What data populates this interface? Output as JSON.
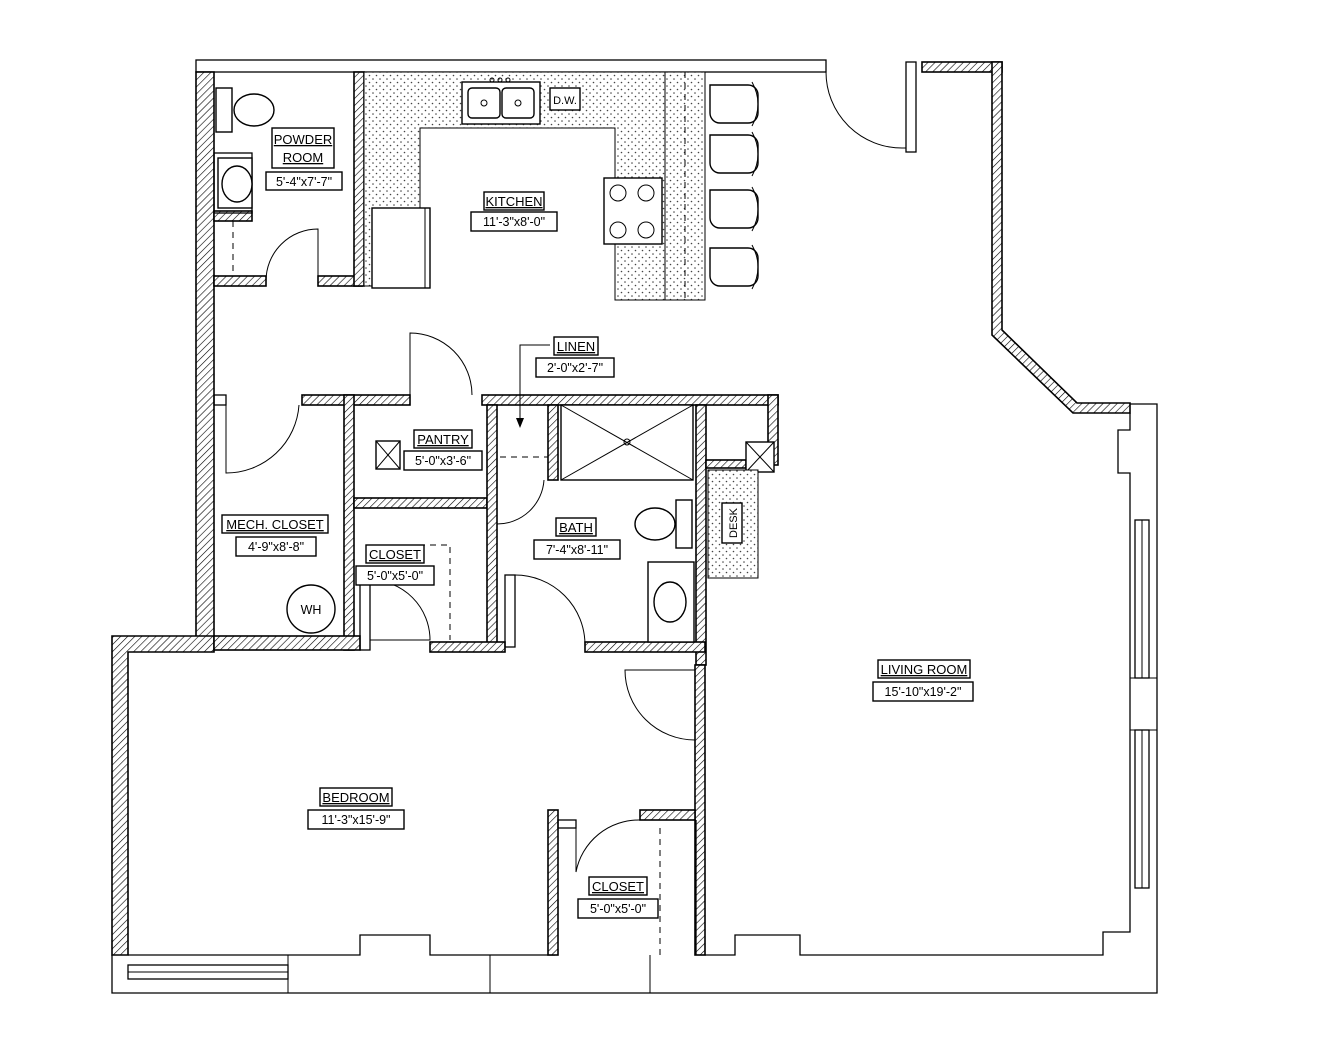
{
  "rooms": {
    "powder_room": {
      "name_line1": "POWDER",
      "name_line2": "ROOM",
      "dims": "5'-4\"x7'-7\""
    },
    "kitchen": {
      "name": "KITCHEN",
      "dims": "11'-3\"x8'-0\""
    },
    "linen": {
      "name": "LINEN",
      "dims": "2'-0\"x2'-7\""
    },
    "pantry": {
      "name": "PANTRY",
      "dims": "5'-0\"x3'-6\""
    },
    "mech_closet": {
      "name": "MECH. CLOSET",
      "dims": "4'-9\"x8'-8\""
    },
    "closet_hall": {
      "name": "CLOSET",
      "dims": "5'-0\"x5'-0\""
    },
    "bath": {
      "name": "BATH",
      "dims": "7'-4\"x8'-11\""
    },
    "living_room": {
      "name": "LIVING ROOM",
      "dims": "15'-10\"x19'-2\""
    },
    "bedroom": {
      "name": "BEDROOM",
      "dims": "11'-3\"x15'-9\""
    },
    "closet_bedroom": {
      "name": "CLOSET",
      "dims": "5'-0\"x5'-0\""
    }
  },
  "fixtures": {
    "dishwasher": "D.W.",
    "water_heater": "WH",
    "desk": "DESK"
  }
}
